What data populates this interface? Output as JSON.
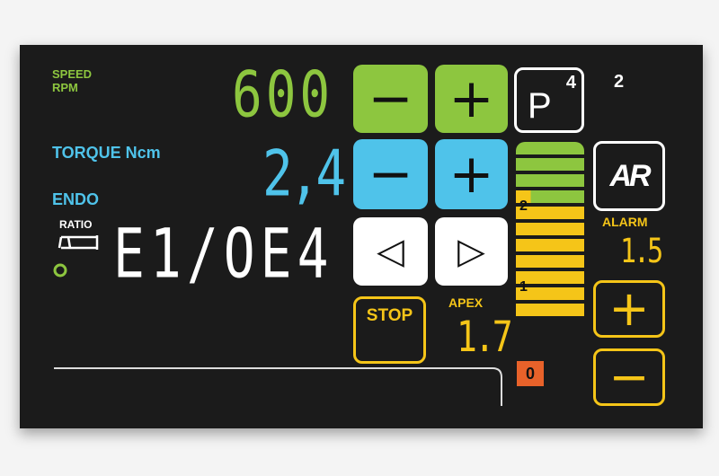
{
  "colors": {
    "green": "#8dc63f",
    "blue": "#4fc3ea",
    "yellow": "#f5c518",
    "orange": "#e8622a",
    "white": "#ffffff",
    "screen": "#1b1b1b"
  },
  "speed": {
    "label_line1": "SPEED",
    "label_line2": "RPM",
    "value": "600",
    "minus": "−",
    "plus": "+"
  },
  "torque": {
    "label": "TORQUE Ncm",
    "value": "2,4",
    "minus": "−",
    "plus": "+"
  },
  "endo": {
    "label": "ENDO"
  },
  "ratio": {
    "label": "RATIO",
    "value": "E1/OE4",
    "prev": "◁",
    "next": "▷"
  },
  "program": {
    "letter": "P",
    "number": "4",
    "memory": "2"
  },
  "stop": {
    "label": "STOP"
  },
  "apex": {
    "label": "APEX",
    "value": "1.7"
  },
  "apex_bar": {
    "marker_2": "2",
    "marker_1": "1",
    "marker_0": "0",
    "green_rows": 4,
    "total_rows": 11
  },
  "auto_reverse": {
    "label": "AR"
  },
  "alarm": {
    "label": "ALARM",
    "value": "1.5",
    "plus": "+",
    "minus": "−"
  }
}
